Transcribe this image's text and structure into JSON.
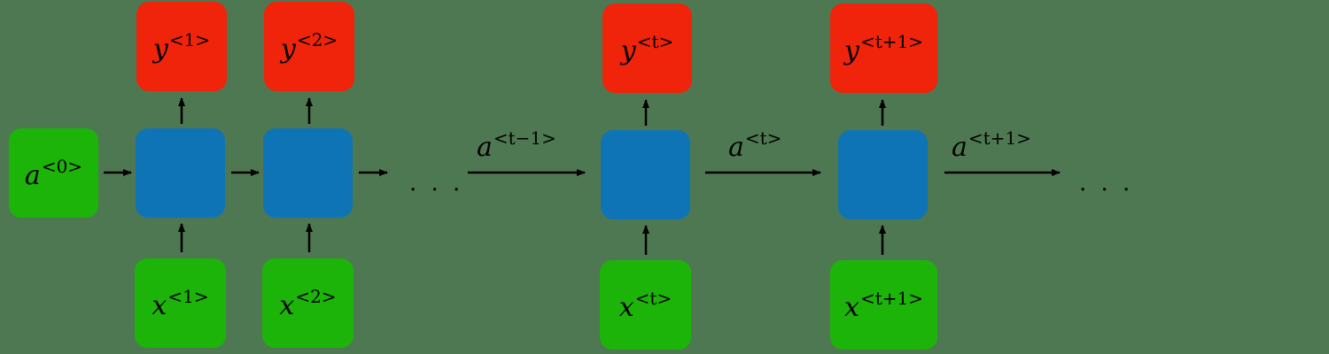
{
  "colors": {
    "background": "#4e7852",
    "output_box": "#f0230b",
    "input_box": "#1db40a",
    "cell_box": "#0f74b5",
    "arrow": "#000000"
  },
  "initial_state": {
    "var": "a",
    "sup": "<0>"
  },
  "outputs": [
    {
      "var": "y",
      "sup": "<1>"
    },
    {
      "var": "y",
      "sup": "<2>"
    },
    {
      "var": "y",
      "sup": "<t>"
    },
    {
      "var": "y",
      "sup": "<t+1>"
    }
  ],
  "inputs": [
    {
      "var": "x",
      "sup": "<1>"
    },
    {
      "var": "x",
      "sup": "<2>"
    },
    {
      "var": "x",
      "sup": "<t>"
    },
    {
      "var": "x",
      "sup": "<t+1>"
    }
  ],
  "transitions": [
    {
      "var": "a",
      "sup": "<t−1>"
    },
    {
      "var": "a",
      "sup": "<t>"
    },
    {
      "var": "a",
      "sup": "<t+1>"
    }
  ],
  "ellipsis": ". . ."
}
